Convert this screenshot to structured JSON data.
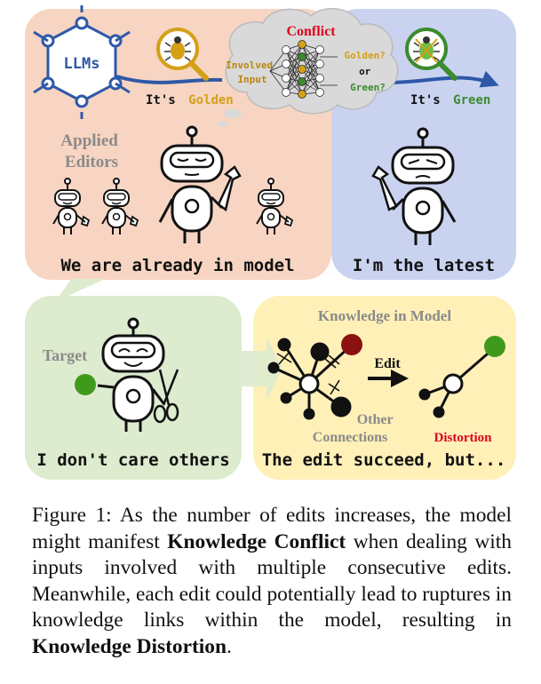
{
  "figure": {
    "top_left": {
      "llms_label": "LLMs",
      "its_label": "It's",
      "golden_word": "Golden",
      "applied_editors_line1": "Applied",
      "applied_editors_line2": "Editors",
      "footer": "We are already in model"
    },
    "conflict": {
      "title": "Conflict",
      "involved_line1": "Involved",
      "involved_line2": "Input",
      "golden_q": "Golden?",
      "or_word": "or",
      "green_q": "Green?"
    },
    "top_right": {
      "its_label": "It's",
      "green_word": "Green",
      "footer": "I'm the latest"
    },
    "bottom_left": {
      "target_label": "Target",
      "footer": "I don't care others"
    },
    "bottom_right": {
      "title": "Knowledge in Model",
      "edit_label": "Edit",
      "other_line1": "Other",
      "other_line2": "Connections",
      "distortion_label": "Distortion",
      "footer": "The edit succeed, but..."
    },
    "colors": {
      "peach_panel": "#F7D5C2",
      "blue_panel": "#C9D3F0",
      "green_panel": "#DDEBCF",
      "yellow_panel": "#FFF0B8",
      "conflict_red": "#E0001B",
      "golden_text": "#D4A017",
      "green_text": "#3C8A2E",
      "arrow_blue": "#2F59A8",
      "target_green": "#3F9A1C",
      "distortion_red": "#8B1010",
      "gray_label": "#8A8A8A"
    }
  },
  "caption": {
    "label": "Figure 1:",
    "text_1": "As the number of edits increases, the model might manifest",
    "bold_1": "Knowledge Conflict",
    "text_2": "when dealing with inputs involved with multiple consecutive edits. Meanwhile, each edit could potentially lead to ruptures in knowledge links within the model, resulting in",
    "bold_2": "Knowledge Distortion",
    "end": "."
  }
}
